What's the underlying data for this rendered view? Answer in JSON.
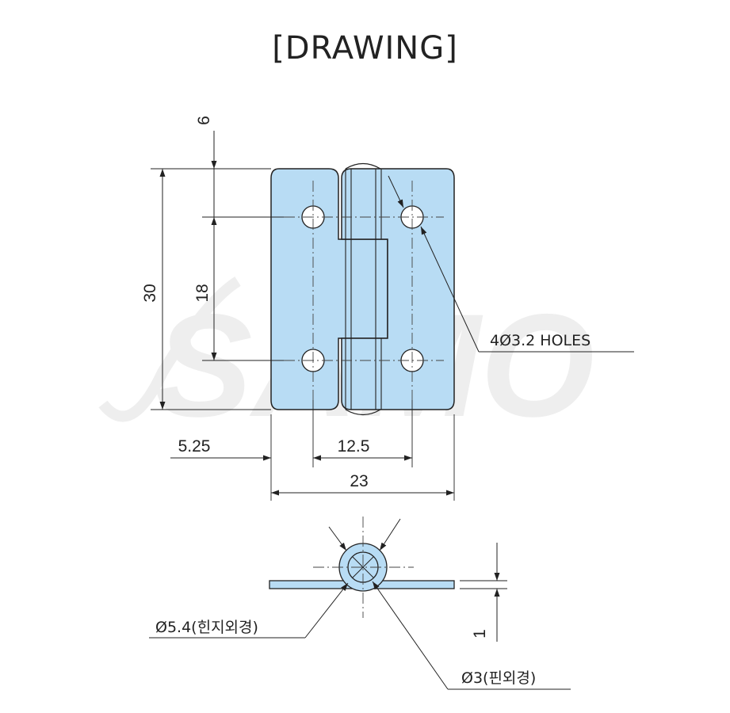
{
  "title": "[DRAWING]",
  "watermark": "SAMO",
  "dimensions": {
    "top_gap": "6",
    "height": "30",
    "hole_spacing_v": "18",
    "edge_offset": "5.25",
    "hole_spacing_h": "12.5",
    "width": "23",
    "thickness": "1"
  },
  "labels": {
    "holes": "4Ø3.2 HOLES",
    "knuckle_od": "Ø5.4(힌지외경)",
    "pin_od": "Ø3(핀외경)"
  },
  "colors": {
    "plate_fill": "#b8dcf4",
    "line": "#222222",
    "watermark": "#eeeeee"
  }
}
